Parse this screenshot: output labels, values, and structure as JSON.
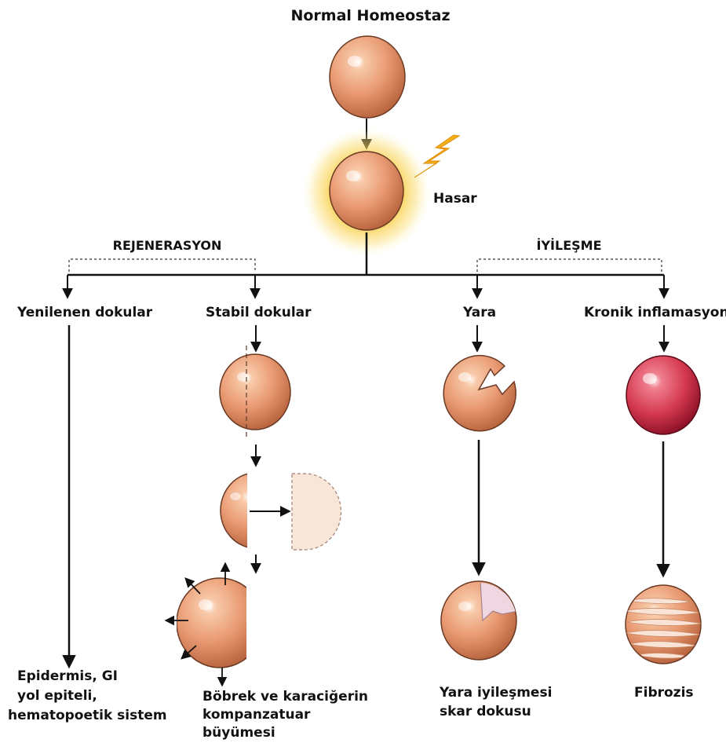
{
  "diagram": {
    "title": "Normal Homeostaz",
    "damage_label": "Hasar",
    "sections": {
      "regeneration": "REJENERASYON",
      "healing": "İYİLEŞME"
    },
    "branches": {
      "labile": "Yenilenen dokular",
      "stable": "Stabil dokular",
      "wound": "Yara",
      "chronic": "Kronik inflamasyon"
    },
    "outcomes": {
      "labile": [
        "Epidermis, GI",
        "yol epiteli,",
        "hematopoetik sistem"
      ],
      "stable": [
        "Böbrek ve karaciğerin",
        "kompanzatuar",
        "büyümesi"
      ],
      "wound": [
        "Yara iyileşmesi",
        "skar dokusu"
      ],
      "chronic": [
        "Fibrozis"
      ]
    }
  },
  "colors": {
    "cell_light": "#f6c2a0",
    "cell_mid": "#e89a72",
    "cell_dark": "#b9653f",
    "inflamed_light": "#f39aa4",
    "inflamed_dark": "#a81a33",
    "glow": "#f7c21d",
    "bolt": "#f4b21a",
    "ghost": "#f8e6d8",
    "scar": "#efd7e2"
  }
}
